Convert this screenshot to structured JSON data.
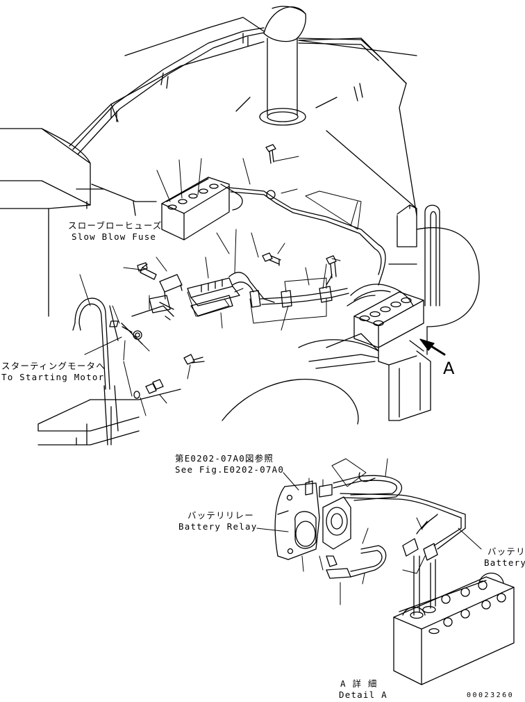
{
  "labels": {
    "slow_blow_fuse_jp": "スローブローヒューズ",
    "slow_blow_fuse_en": "Slow Blow Fuse",
    "starting_motor_jp": "スターティングモータへ",
    "starting_motor_en": "To Starting Motor",
    "see_fig_jp": "第E0202-07A0図参照",
    "see_fig_en": "See Fig.E0202-07A0",
    "battery_relay_jp": "バッテリリレー",
    "battery_relay_en": "Battery Relay",
    "battery_jp": "バッテリ",
    "battery_en": "Battery",
    "detail_a_jp": "A 詳 細",
    "detail_a_en": "Detail A",
    "view_marker": "A",
    "doc_number": "00023260"
  },
  "colors": {
    "line": "#000000",
    "background": "#ffffff"
  }
}
